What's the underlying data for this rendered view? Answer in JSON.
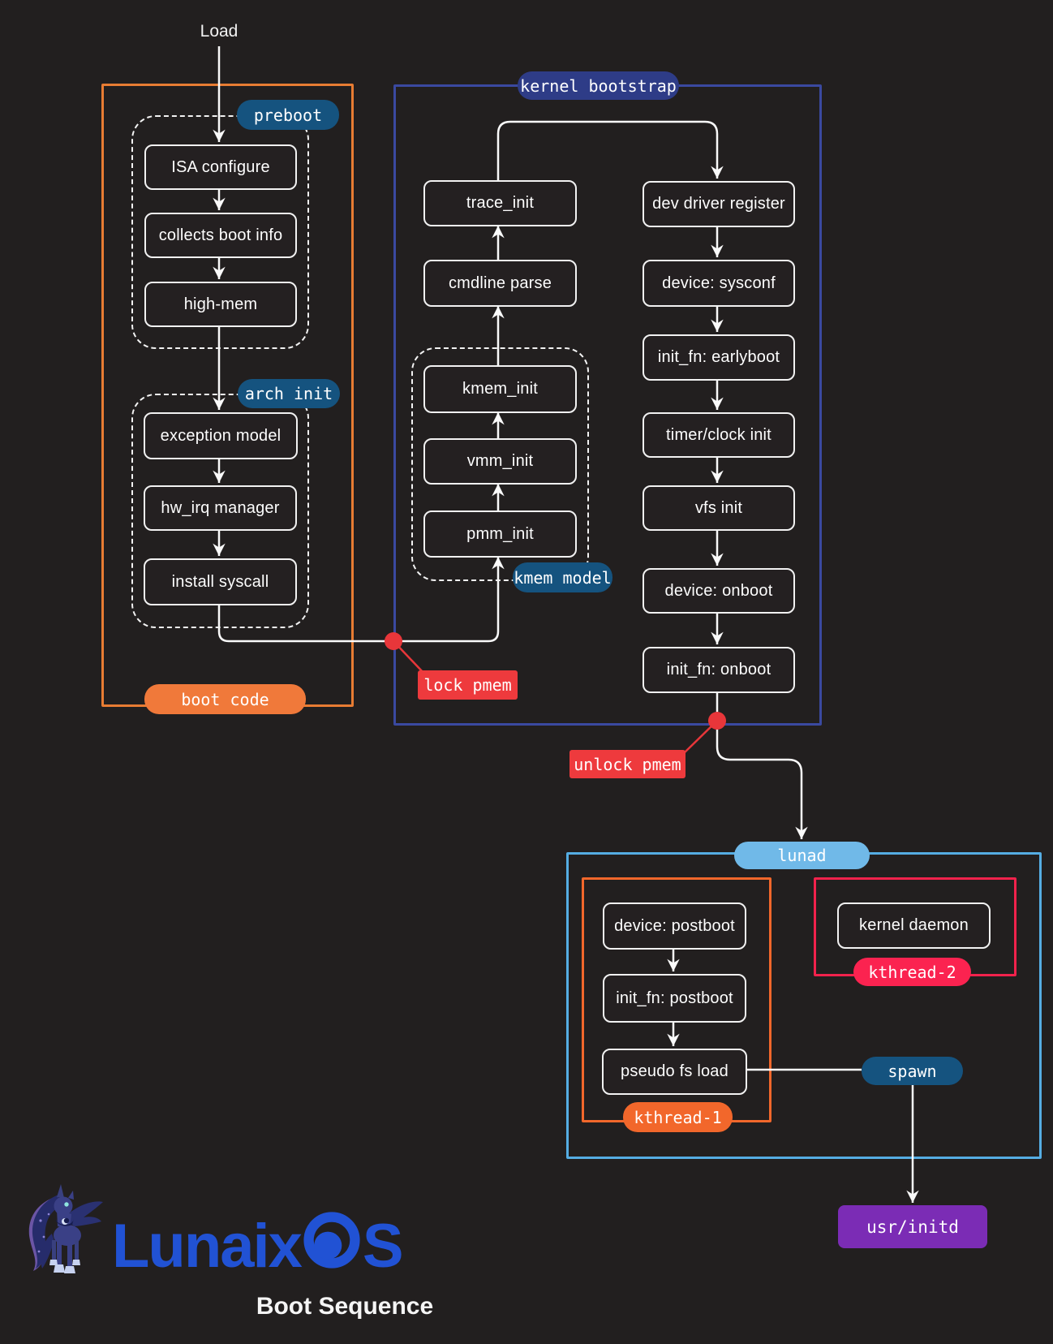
{
  "page": {
    "title_text": "Boot Sequence"
  },
  "brand": {
    "full": "LunaixOS",
    "prefix": "Lunaix",
    "suffix": "S",
    "text_color": "#2152d4"
  },
  "diagram": {
    "entry_label": "Load",
    "groups": {
      "boot_code": {
        "label": "boot code",
        "border_color": "#e87c33",
        "pill_color": "#f0793a"
      },
      "kernel_bootstrap": {
        "label": "kernel bootstrap",
        "border_color": "#3a49a0",
        "pill_color": "#2e3c87"
      },
      "preboot": {
        "label": "preboot",
        "pill_color": "#15537f"
      },
      "arch_init": {
        "label": "arch init",
        "pill_color": "#15537f"
      },
      "kmem_model": {
        "label": "kmem model",
        "pill_color": "#15537f"
      },
      "lunad": {
        "label": "lunad",
        "border_color": "#55ade3",
        "pill_color": "#70b9e8"
      },
      "kthread1": {
        "label": "kthread-1",
        "border_color": "#f2672b",
        "pill_color": "#f2672b"
      },
      "kthread2": {
        "label": "kthread-2",
        "border_color": "#f2224c",
        "pill_color": "#fb2350"
      }
    },
    "nodes": {
      "preboot": [
        "ISA configure",
        "collects boot info",
        "high-mem"
      ],
      "arch_init": [
        "exception model",
        "hw_irq manager",
        "install syscall"
      ],
      "bootstrap_left": [
        "trace_init",
        "cmdline parse"
      ],
      "kmem": [
        "kmem_init",
        "vmm_init",
        "pmm_init"
      ],
      "bootstrap_right": [
        "dev driver register",
        "device: sysconf",
        "init_fn: earlyboot",
        "timer/clock init",
        "vfs init",
        "device: onboot",
        "init_fn: onboot"
      ],
      "kthread1": [
        "device: postboot",
        "init_fn: postboot",
        "pseudo fs load"
      ],
      "kthread2": [
        "kernel daemon"
      ]
    },
    "annotations": {
      "lock_pmem": {
        "label": "lock pmem",
        "color": "#ee3a3d"
      },
      "unlock_pmem": {
        "label": "unlock pmem",
        "color": "#ee3a3d"
      },
      "spawn": {
        "label": "spawn",
        "pill_color": "#15537e"
      },
      "usr_initd": {
        "label": "usr/initd",
        "color": "#7b2cb5"
      }
    },
    "wire_color": "#fafafa",
    "dot_color": "#e8363a"
  }
}
